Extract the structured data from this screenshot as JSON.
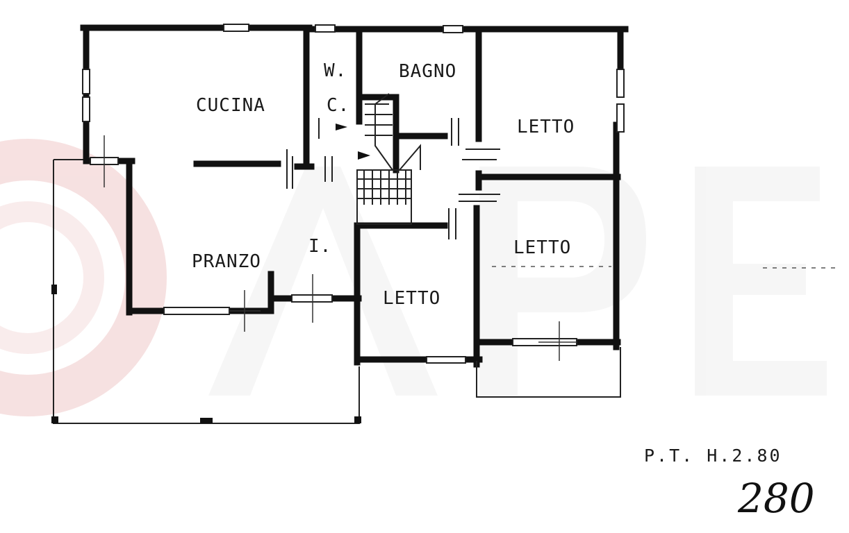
{
  "watermark": {
    "color": "#f0d6d6"
  },
  "plan": {
    "rooms": [
      {
        "id": "cucina",
        "label": "CUCINA"
      },
      {
        "id": "wc",
        "label": "W.\nC."
      },
      {
        "id": "bagno",
        "label": "BAGNO"
      },
      {
        "id": "letto1",
        "label": "LETTO"
      },
      {
        "id": "letto2",
        "label": "LETTO"
      },
      {
        "id": "letto3",
        "label": "LETTO"
      },
      {
        "id": "pranzo",
        "label": "PRANZO"
      },
      {
        "id": "ingresso",
        "label": "I."
      }
    ],
    "wc_line1": "W.",
    "wc_line2": "C.",
    "caption": "P.T. H.2.80",
    "handwritten_number": "280"
  },
  "colors": {
    "walls": "#111111",
    "watermark_red": "#e9b8b8",
    "watermark_grey": "#eeeeee"
  }
}
